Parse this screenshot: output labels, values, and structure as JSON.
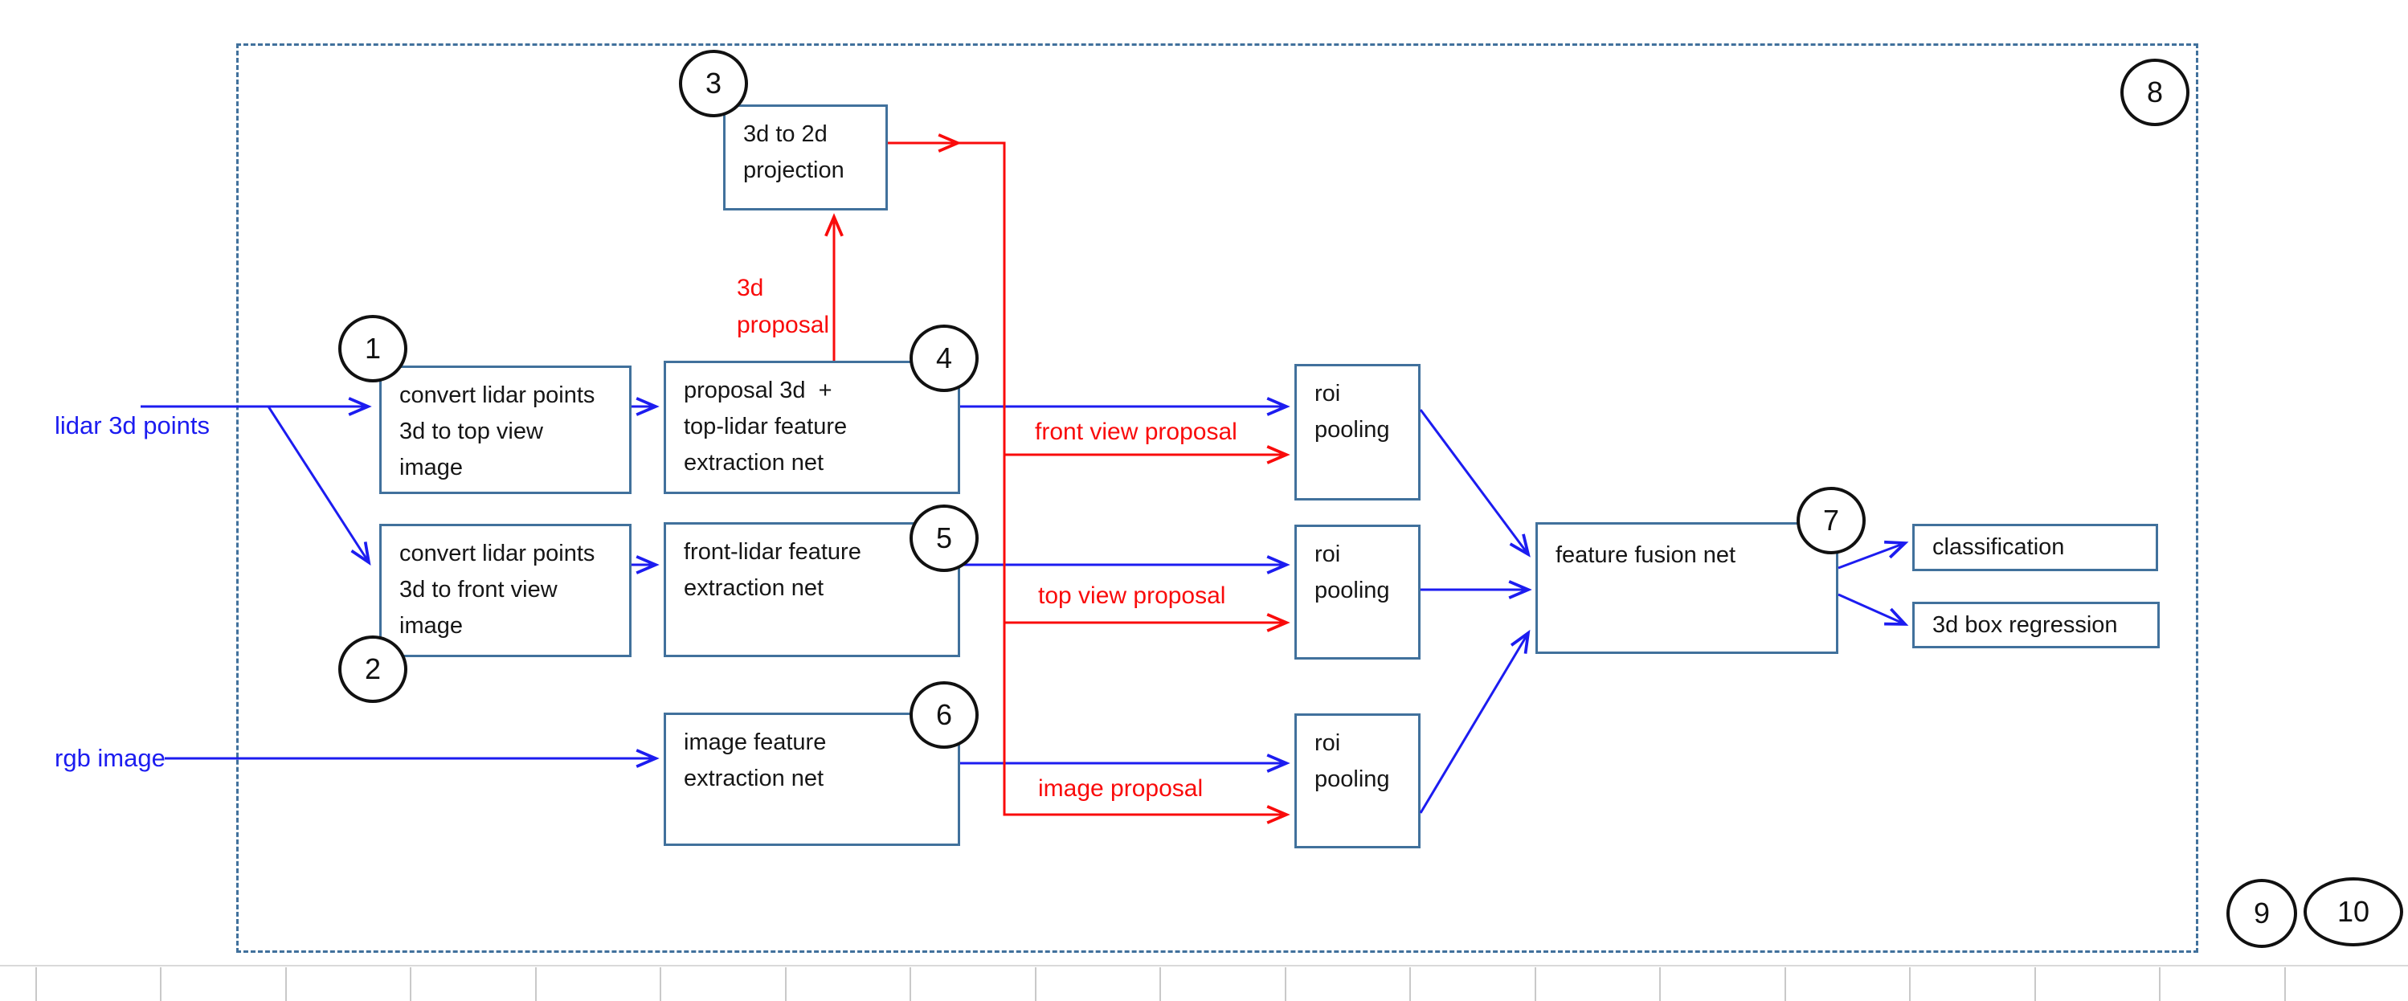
{
  "colors": {
    "shape_border": "#41719c",
    "connector_blue": "#1c1cf0",
    "connector_red": "#f90b0b",
    "marker_outline": "#111111",
    "grid_line": "#c9c9c9"
  },
  "inputs": {
    "lidar_label": "lidar 3d points",
    "rgb_label": "rgb image"
  },
  "boxes": {
    "convert_top": {
      "lines": [
        "convert lidar points",
        "3d to top view",
        "image"
      ]
    },
    "convert_front": {
      "lines": [
        "convert lidar points",
        "3d to front view",
        "image"
      ]
    },
    "projection": {
      "lines": [
        "3d to 2d",
        "projection"
      ]
    },
    "top_feature": {
      "lines": [
        "proposal 3d  +",
        "top-lidar feature",
        "extraction net"
      ]
    },
    "front_feature": {
      "lines": [
        "front-lidar feature",
        "extraction net"
      ]
    },
    "image_feature": {
      "lines": [
        "image feature",
        "extraction net"
      ]
    },
    "roi_front": {
      "lines": [
        "roi",
        "pooling"
      ]
    },
    "roi_top": {
      "lines": [
        "roi",
        "pooling"
      ]
    },
    "roi_image": {
      "lines": [
        "roi",
        "pooling"
      ]
    },
    "fusion": {
      "lines": [
        "feature fusion net"
      ]
    },
    "classification": {
      "lines": [
        "classification"
      ]
    },
    "regression": {
      "lines": [
        "3d box regression"
      ]
    }
  },
  "edge_labels": {
    "proposal_3d": {
      "lines": [
        "3d",
        "proposal"
      ]
    },
    "front_view": "front view proposal",
    "top_view": "top view proposal",
    "image": "image proposal"
  },
  "markers": {
    "m1": "1",
    "m2": "2",
    "m3": "3",
    "m4": "4",
    "m5": "5",
    "m6": "6",
    "m7": "7",
    "m8": "8",
    "m9": "9",
    "m10": "10"
  }
}
